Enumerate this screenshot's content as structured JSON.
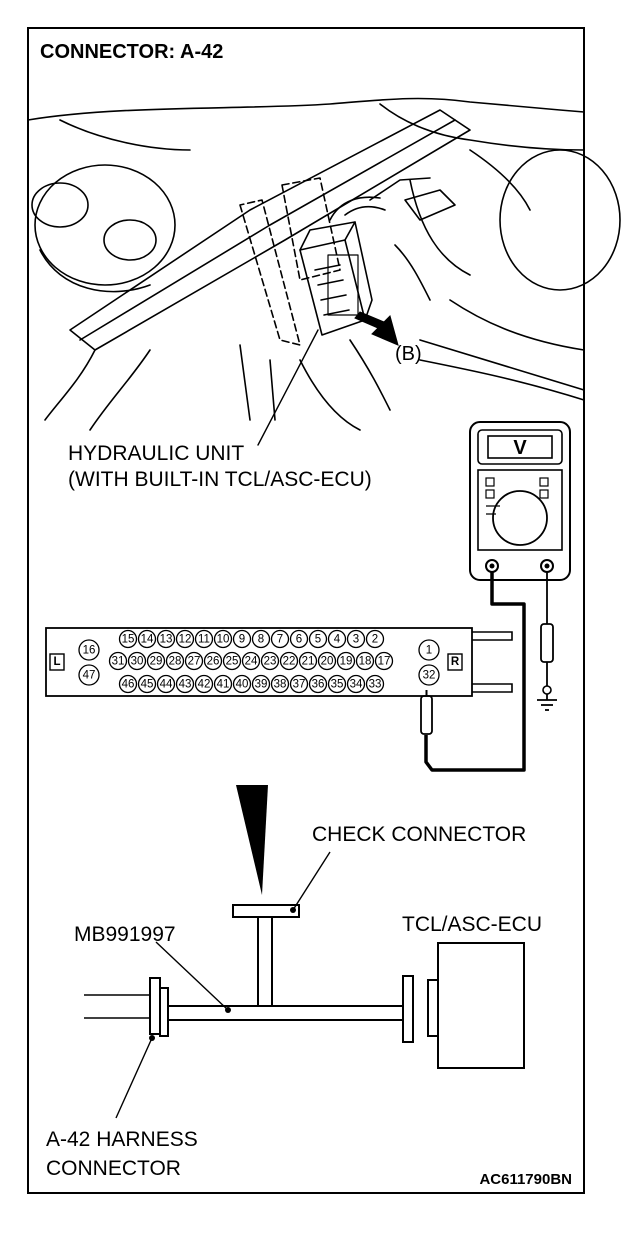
{
  "title": "CONNECTOR: A-42",
  "labels": {
    "hydraulic_line1": "HYDRAULIC UNIT",
    "hydraulic_line2": "(WITH BUILT-IN TCL/ASC-ECU)",
    "view_marker": "(B)",
    "meter_symbol": "V",
    "check_connector": "CHECK CONNECTOR",
    "tool": "MB991997",
    "ecu": "TCL/ASC-ECU",
    "harness_line1": "A-42 HARNESS",
    "harness_line2": "CONNECTOR",
    "code": "AC611790BN"
  },
  "connector": {
    "left_marker": "L",
    "right_marker": "R",
    "pins_row1": [
      "15",
      "14",
      "13",
      "12",
      "11",
      "10",
      "9",
      "8",
      "7",
      "6",
      "5",
      "4",
      "3",
      "2"
    ],
    "pins_row2": [
      "31",
      "30",
      "29",
      "28",
      "27",
      "26",
      "25",
      "24",
      "23",
      "22",
      "21",
      "20",
      "19",
      "18",
      "17"
    ],
    "pins_row3": [
      "46",
      "45",
      "44",
      "43",
      "42",
      "41",
      "40",
      "39",
      "38",
      "37",
      "36",
      "35",
      "34",
      "33"
    ],
    "pin_left_top": "16",
    "pin_left_bottom": "47",
    "pin_right_top": "1",
    "pin_right_bottom": "32"
  }
}
